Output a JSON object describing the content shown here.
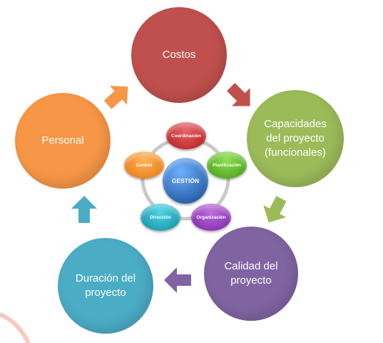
{
  "diagram": {
    "outer_nodes": [
      {
        "id": "costos",
        "label": "Costos",
        "color": "#c0504d"
      },
      {
        "id": "capacidades",
        "label": "Capacidades del proyecto (funcionales)",
        "color": "#9bbb59"
      },
      {
        "id": "calidad",
        "label": "Calidad del proyecto",
        "color": "#8064a2"
      },
      {
        "id": "duracion",
        "label": "Duración  del proyecto",
        "color": "#4bacc6"
      },
      {
        "id": "personal",
        "label": "Personal",
        "color": "#f79646"
      }
    ],
    "inner_cycle": {
      "center": {
        "label": "GESTIÓN",
        "color": "#1f5fb0"
      },
      "nodes": [
        {
          "label": "Coordinación",
          "color": "#c0262b"
        },
        {
          "label": "Planificación",
          "color": "#5cb82a"
        },
        {
          "label": "Organización",
          "color": "#9433c2"
        },
        {
          "label": "Dirección",
          "color": "#19aac0"
        },
        {
          "label": "Control",
          "color": "#f28b1c"
        }
      ]
    },
    "arrow_colors": [
      "#c0504d",
      "#9bbb59",
      "#8064a2",
      "#4bacc6",
      "#f79646"
    ]
  }
}
